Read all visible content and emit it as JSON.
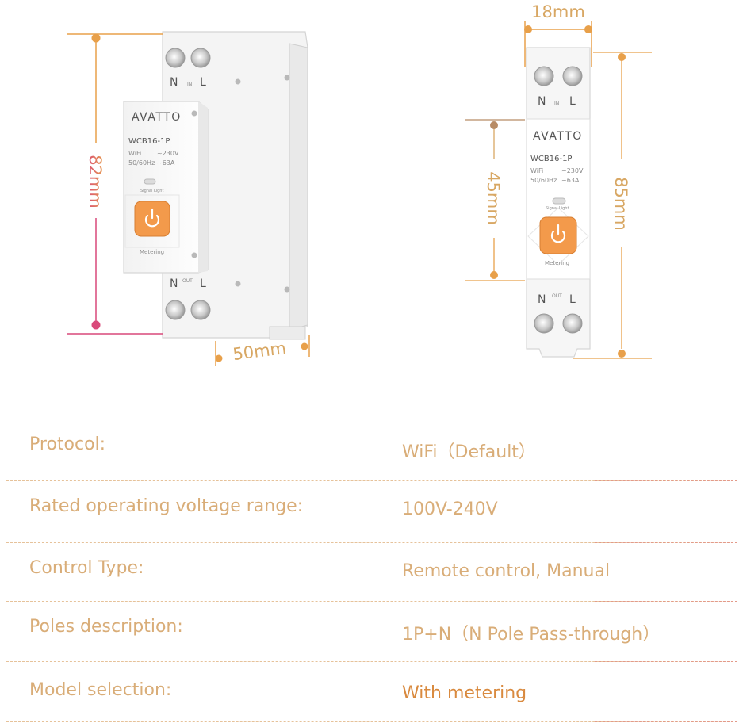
{
  "left_device": {
    "brand": "AVATTO",
    "model": "WCB16-1P",
    "spec_line_1_left": "WiFi",
    "spec_line_1_right": "~230V",
    "spec_line_2_left": "50/60Hz",
    "spec_line_2_right": "~63A",
    "signal_label": "Signal Light",
    "metering_label": "Metering",
    "top_n": "N",
    "top_in": "IN",
    "top_l": "L",
    "bottom_n": "N",
    "bottom_out": "OUT",
    "bottom_l": "L",
    "height_label": "82mm",
    "depth_label": "50mm"
  },
  "right_device": {
    "brand": "AVATTO",
    "model": "WCB16-1P",
    "spec_line_1_left": "WiFi",
    "spec_line_1_right": "~230V",
    "spec_line_2_left": "50/60Hz",
    "spec_line_2_right": "~63A",
    "signal_label": "Signal Light",
    "metering_label": "Metering",
    "top_n": "N",
    "top_in": "IN",
    "top_l": "L",
    "bottom_n": "N",
    "bottom_out": "OUT",
    "bottom_l": "L",
    "width_label": "18mm",
    "front_height_label": "45mm",
    "total_height_label": "85mm"
  },
  "colors": {
    "dimension_orange": "#e8a04a",
    "dimension_pink": "#d9497a",
    "dimension_brown": "#b88c66",
    "button_orange": "#f39a4b",
    "spec_text": "#d9ad78",
    "spec_accent": "#d98a3f"
  },
  "specs": [
    {
      "label": "Protocol:",
      "value": "WiFi（Default）"
    },
    {
      "label": "Rated operating voltage range:",
      "value": "100V-240V"
    },
    {
      "label": "Control Type:",
      "value": "Remote control, Manual"
    },
    {
      "label": "Poles description:",
      "value": "1P+N（N Pole Pass-through）"
    },
    {
      "label": "Model selection:",
      "value": "With metering"
    }
  ]
}
